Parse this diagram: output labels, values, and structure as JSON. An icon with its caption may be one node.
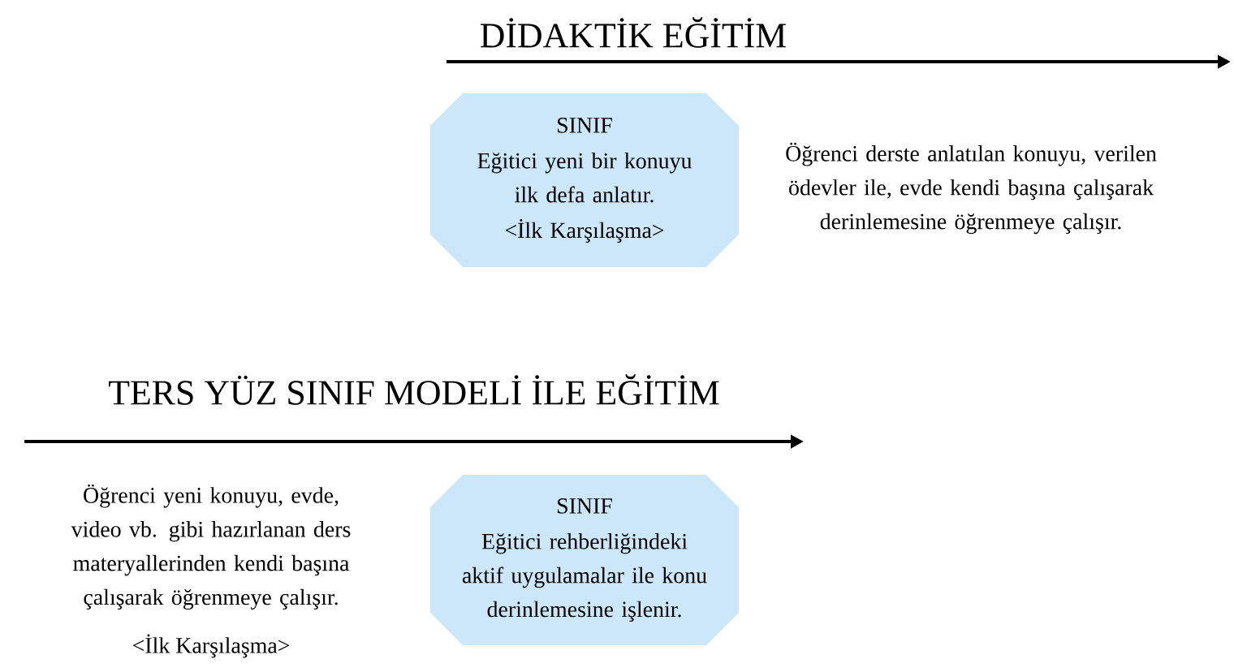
{
  "diagram": {
    "nodes": [
      {
        "text": [
          "SINIF",
          "Eğitici yeni bir konuyu ilk defa anlatır.",
          "<İlk Karşılaşma>"
        ]
      },
      {
        "text": [
          "SINIF",
          "Eğitici rehberliğindeki aktif uygulamalar ile konu derinlemesine işlenir."
        ]
      }
    ],
    "labels": [
      "DİDAKTİK EĞİTİM",
      "Öğrenci derste anlatılan konuyu, verilen ödevler ile, evde kendi başına çalışarak derinlemesine öğrenmeye çalışır.",
      "TERS YÜZ SINIF MODELİ İLE EĞİTİM",
      "Öğrenci yeni konuyu, evde, video vb. gibi hazırlanan ders materyallerinden kendi başına çalışarak öğrenmeye çalışır.",
      "<İlk Karşılaşma>"
    ]
  }
}
